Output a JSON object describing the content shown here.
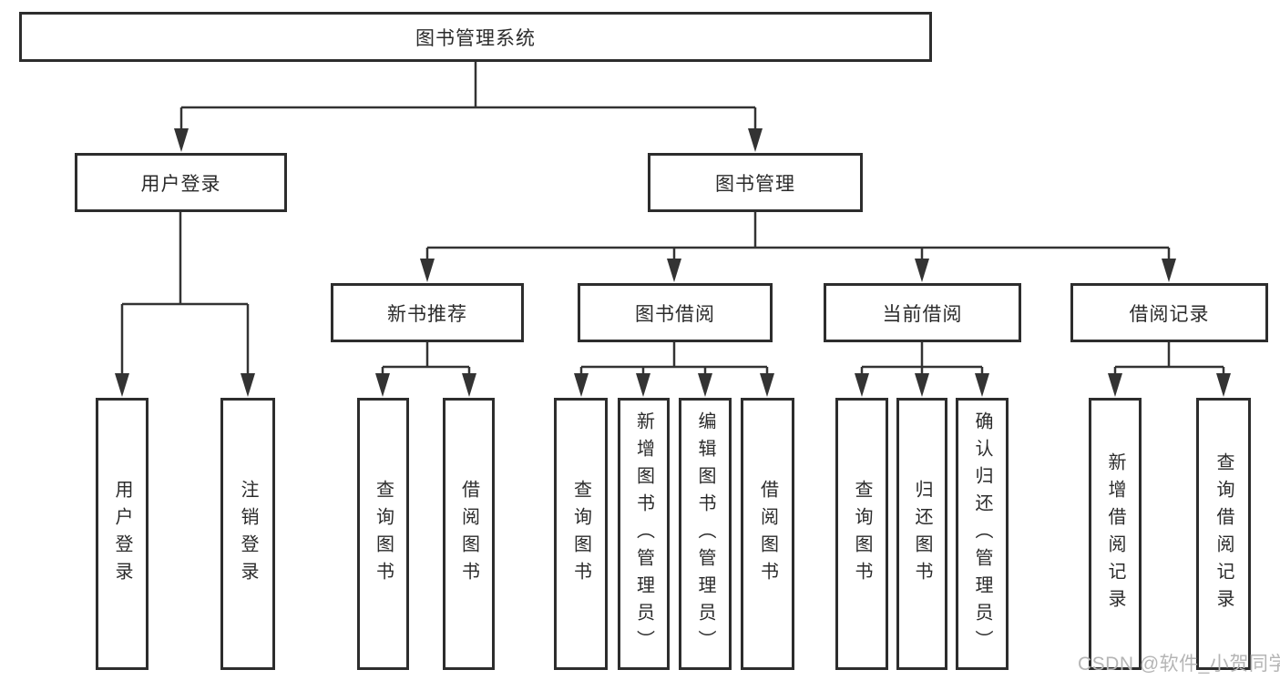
{
  "nodes": {
    "root": "图书管理系统",
    "user_login": "用户登录",
    "book_mgmt": "图书管理",
    "new_book_rec": "新书推荐",
    "book_borrow": "图书借阅",
    "current_borrow": "当前借阅",
    "borrow_records": "借阅记录",
    "leaf_user_login": "用户登录",
    "leaf_logout": "注销登录",
    "leaf_query_book_rec": "查询图书",
    "leaf_borrow_book_rec": "借阅图书",
    "leaf_query_book_borrow": "查询图书",
    "leaf_add_book": "新增图书（管理员）",
    "leaf_edit_book": "编辑图书（管理员）",
    "leaf_borrow_book_borrow": "借阅图书",
    "leaf_query_book_current": "查询图书",
    "leaf_return_book": "归还图书",
    "leaf_confirm_return": "确认归还（管理员）",
    "leaf_add_borrow_record": "新增借阅记录",
    "leaf_query_borrow_record": "查询借阅记录"
  },
  "hierarchy": {
    "图书管理系统": {
      "用户登录": [
        "用户登录",
        "注销登录"
      ],
      "图书管理": {
        "新书推荐": [
          "查询图书",
          "借阅图书"
        ],
        "图书借阅": [
          "查询图书",
          "新增图书（管理员）",
          "编辑图书（管理员）",
          "借阅图书"
        ],
        "当前借阅": [
          "查询图书",
          "归还图书",
          "确认归还（管理员）"
        ],
        "借阅记录": [
          "新增借阅记录",
          "查询借阅记录"
        ]
      }
    }
  },
  "watermark": "CSDN @软件_小贺同学",
  "colors": {
    "line": "#333333",
    "box_border": "#2d2d2d",
    "box_fill": "#ffffff",
    "text": "#2b2b2b",
    "watermark": "#b5b5b5",
    "background": "#ffffff"
  }
}
